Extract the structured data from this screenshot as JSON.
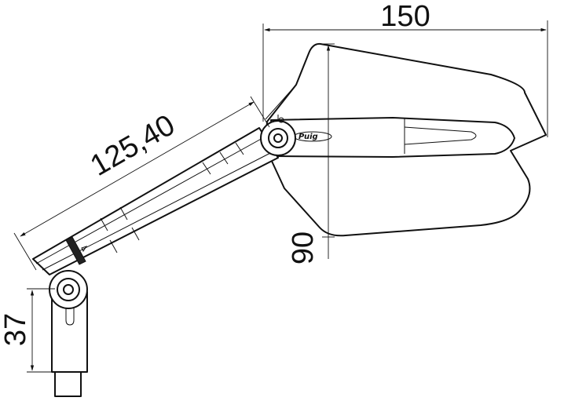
{
  "drawing": {
    "brand_label": "Puig",
    "dimensions": {
      "width": "150",
      "arm_length": "125,40",
      "mirror_height": "90",
      "mount_height": "37"
    }
  }
}
